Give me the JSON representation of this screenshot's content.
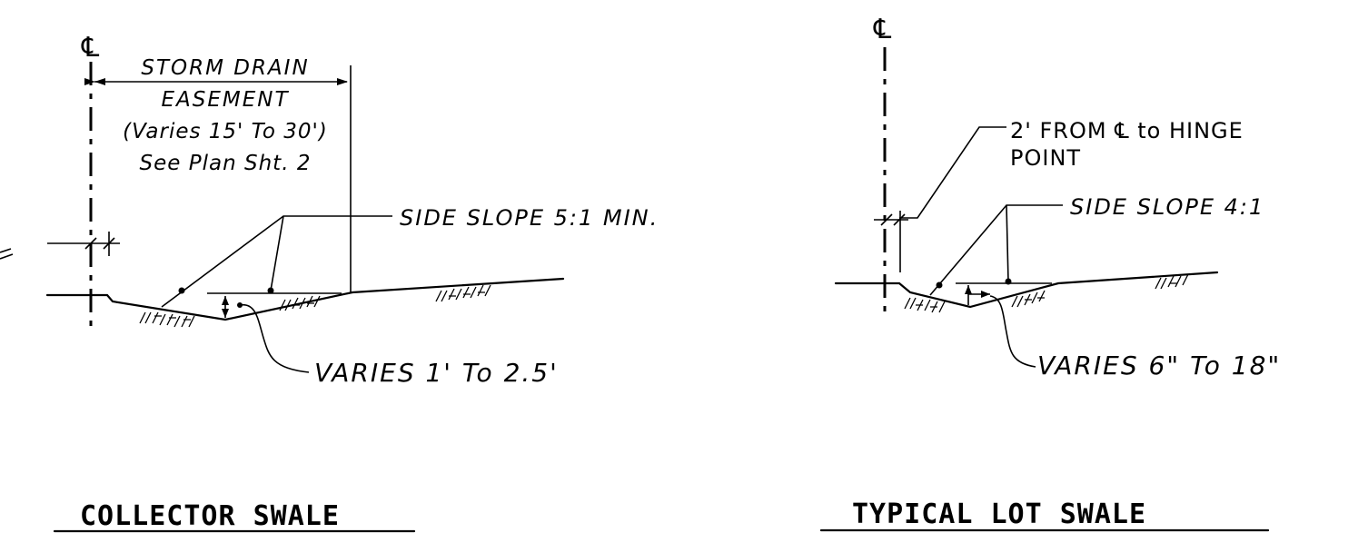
{
  "collector": {
    "pl_mark": "℄",
    "easement_line1": "STORM DRAIN",
    "easement_line2": "EASEMENT",
    "easement_line3": "(Varies 15' To 30')",
    "easement_line4": "See Plan Sht. 2",
    "side_slope": "SIDE SLOPE 5:1 MIN.",
    "depth": "VARIES 1' To 2.5'",
    "title": "COLLECTOR SWALE"
  },
  "lot": {
    "pl_mark": "℄",
    "hinge_line1": "2' FROM ℄ to HINGE",
    "hinge_line2": "POINT",
    "side_slope": "SIDE SLOPE 4:1",
    "depth": "VARIES 6\" To 18\"",
    "title": "TYPICAL LOT SWALE"
  }
}
